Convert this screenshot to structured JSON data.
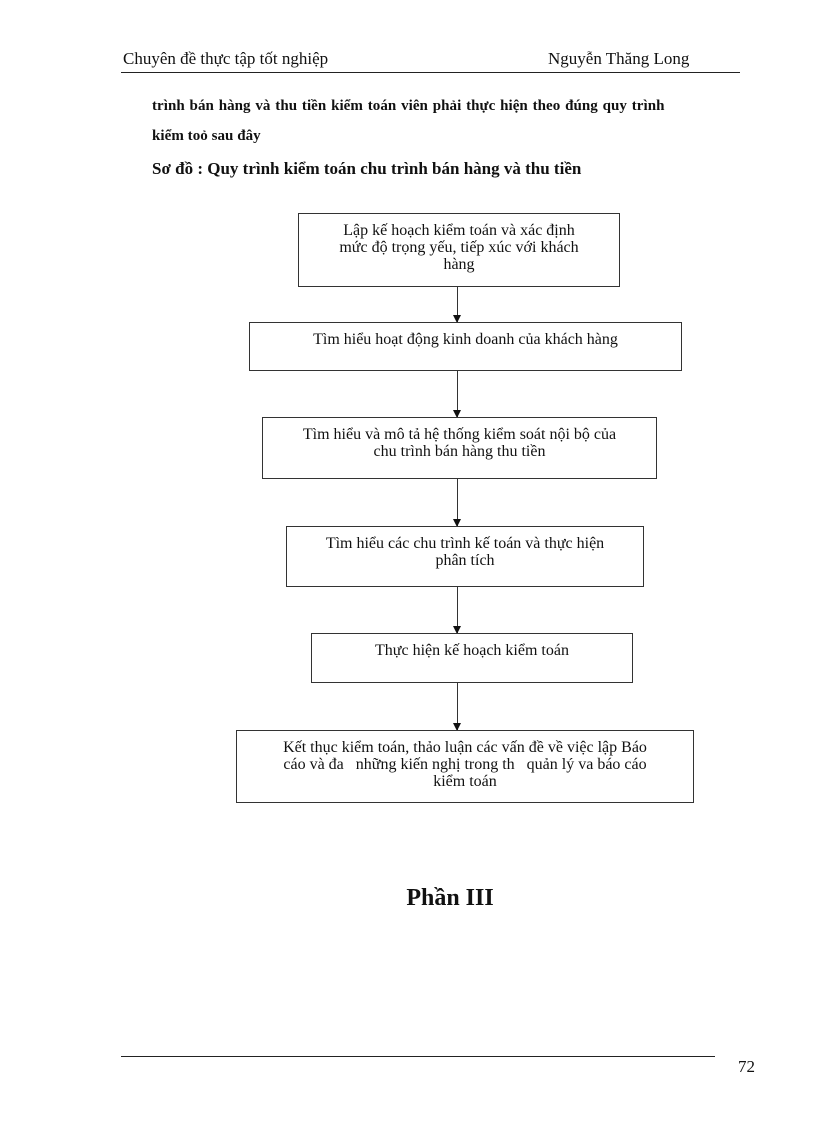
{
  "header": {
    "title_left": "Chuyên  đề thực tập tốt nghiệp",
    "title_right": "Nguyễn  Thăng Long"
  },
  "body": {
    "line1": "trình bán hàng và thu tiền kiểm toán viên phải thực hiện theo đúng quy trình",
    "line2": "kiểm toỏ sau đây",
    "heading": "Sơ đồ : Quy trình kiểm toán chu trình bán hàng và thu tiền"
  },
  "flowchart": {
    "steps": [
      {
        "lines": [
          "Lập kế hoạch kiểm toán và xác định",
          "mức độ trọng yếu, tiếp xúc với khách",
          "hàng"
        ]
      },
      {
        "lines": [
          "Tìm hiểu hoạt động kinh doanh của khách hàng"
        ]
      },
      {
        "lines": [
          "Tìm hiểu và mô tả hệ thống kiểm soát nội bộ của",
          "chu trình bán hàng thu tiền"
        ]
      },
      {
        "lines": [
          "Tìm hiểu các chu trình kế toán và thực hiện",
          "phân tích"
        ]
      },
      {
        "lines": [
          "Thực hiện kế hoạch kiểm toán"
        ]
      },
      {
        "lines": [
          "Kết thục kiểm toán, thảo luận các vấn đề về việc lập Báo",
          "cáo và đa   những kiến nghị trong th   quản lý va báo cáo",
          "kiểm toán"
        ]
      }
    ]
  },
  "part_title": "Phần III",
  "footer": {
    "page_number": "72"
  }
}
